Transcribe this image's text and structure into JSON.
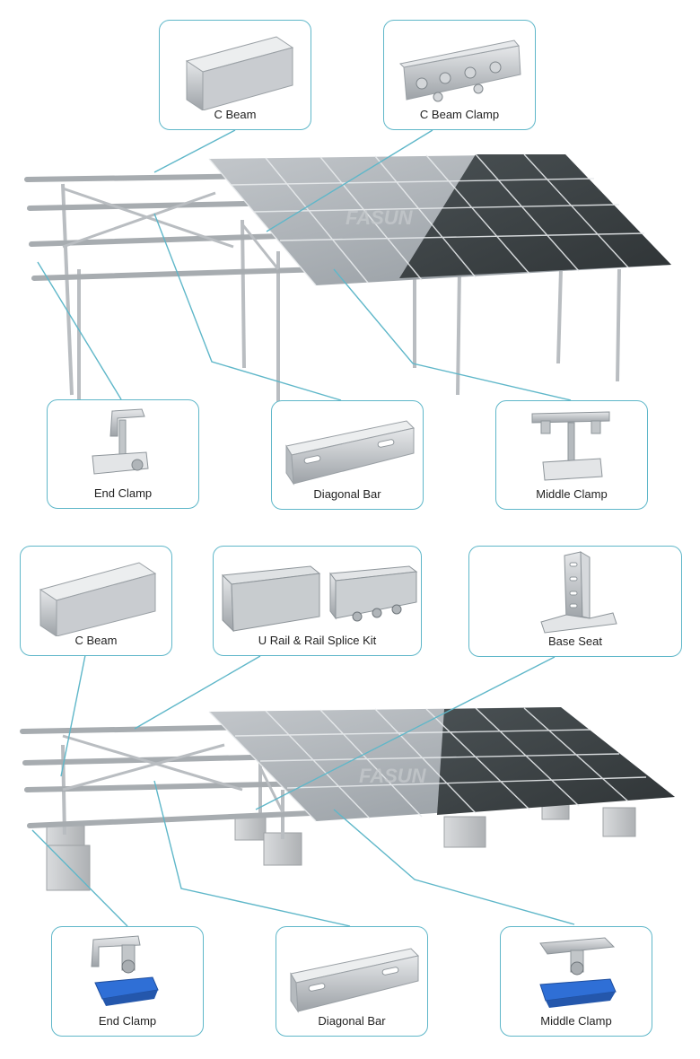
{
  "brand_watermark": "FASUN",
  "colors": {
    "leader_line": "#5fb7c9",
    "box_border": "#5fb7c9",
    "panel_light": "#a9aeb3",
    "panel_dark": "#3e4447",
    "steel": "#b9bdc1",
    "concrete": "#c8cacc",
    "clamp_blue": "#2f6fd6"
  },
  "top_diagram": {
    "labels": {
      "c_beam": "C Beam",
      "c_beam_clamp": "C Beam Clamp",
      "end_clamp": "End Clamp",
      "diagonal_bar": "Diagonal Bar",
      "middle_clamp": "Middle Clamp"
    }
  },
  "bottom_diagram": {
    "labels": {
      "c_beam": "C Beam",
      "u_rail_splice": "U Rail & Rail Splice Kit",
      "base_seat": "Base Seat",
      "end_clamp": "End Clamp",
      "diagonal_bar": "Diagonal Bar",
      "middle_clamp": "Middle Clamp"
    }
  }
}
